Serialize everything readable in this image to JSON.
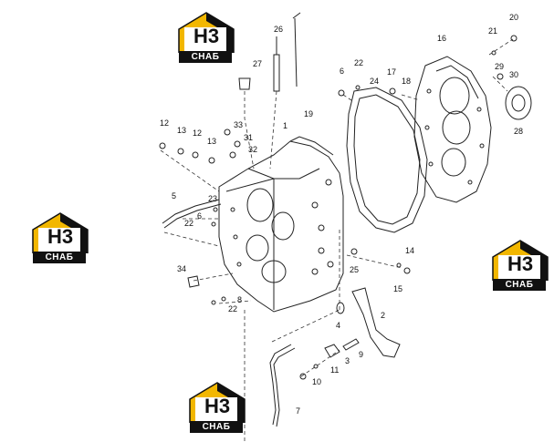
{
  "brand": {
    "mark": "H3",
    "tag": "СНАБ",
    "yellow": "#f2b700",
    "dark": "#111111"
  },
  "callouts": {
    "n1": "1",
    "n2": "2",
    "n3": "3",
    "n4": "4",
    "n5": "5",
    "n6a": "6",
    "n6b": "6",
    "n7": "7",
    "n8": "8",
    "n9": "9",
    "n10": "10",
    "n11": "11",
    "n12a": "12",
    "n12b": "12",
    "n13a": "13",
    "n13b": "13",
    "n14": "14",
    "n15": "15",
    "n16": "16",
    "n17": "17",
    "n18": "18",
    "n19": "19",
    "n20": "20",
    "n21": "21",
    "n22a": "22",
    "n22b": "22",
    "n22c": "22",
    "n23": "23",
    "n24": "24",
    "n25": "25",
    "n26": "26",
    "n27": "27",
    "n28": "28",
    "n29": "29",
    "n30": "30",
    "n31": "31",
    "n32": "32",
    "n33": "33",
    "n34": "34"
  }
}
